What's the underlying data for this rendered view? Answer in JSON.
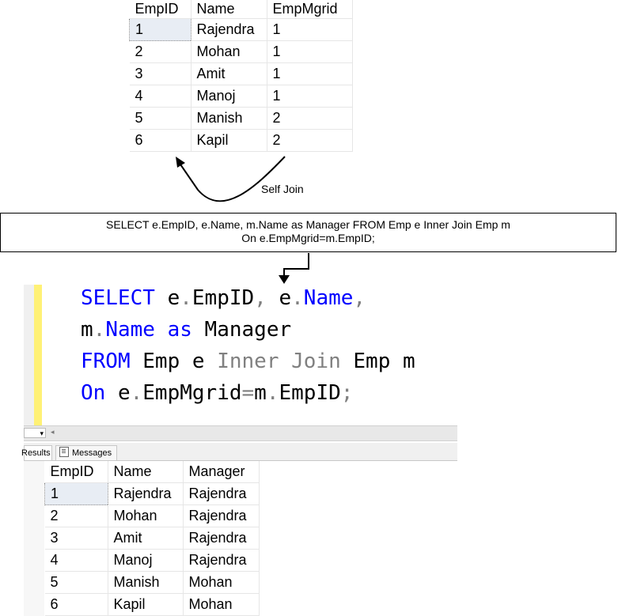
{
  "emp_table": {
    "columns": [
      "EmpID",
      "Name",
      "EmpMgrid"
    ],
    "rows": [
      [
        "1",
        "Rajendra",
        "1"
      ],
      [
        "2",
        "Mohan",
        "1"
      ],
      [
        "3",
        "Amit",
        "1"
      ],
      [
        "4",
        "Manoj",
        "1"
      ],
      [
        "5",
        "Manish",
        "2"
      ],
      [
        "6",
        "Kapil",
        "2"
      ]
    ]
  },
  "annotation": {
    "self_join_label": "Self Join",
    "query_line1": "SELECT e.EmpID, e.Name, m.Name as Manager  FROM Emp e Inner Join Emp m",
    "query_line2": "On e.EmpMgrid=m.EmpID;"
  },
  "editor": {
    "lines": [
      [
        {
          "t": "SELECT",
          "c": "kw"
        },
        {
          "t": " e",
          "c": "id"
        },
        {
          "t": ".",
          "c": "gr"
        },
        {
          "t": "EmpID",
          "c": "id"
        },
        {
          "t": ",",
          "c": "gr"
        },
        {
          "t": " e",
          "c": "id"
        },
        {
          "t": ".",
          "c": "gr"
        },
        {
          "t": "Name",
          "c": "kw"
        },
        {
          "t": ",",
          "c": "gr"
        }
      ],
      [
        {
          "t": "m",
          "c": "id"
        },
        {
          "t": ".",
          "c": "gr"
        },
        {
          "t": "Name",
          "c": "kw"
        },
        {
          "t": " ",
          "c": "id"
        },
        {
          "t": "as",
          "c": "kw"
        },
        {
          "t": " Manager",
          "c": "id"
        }
      ],
      [
        {
          "t": "FROM",
          "c": "kw"
        },
        {
          "t": " Emp e ",
          "c": "id"
        },
        {
          "t": "Inner Join",
          "c": "gr"
        },
        {
          "t": " Emp m",
          "c": "id"
        }
      ],
      [
        {
          "t": "On",
          "c": "kw"
        },
        {
          "t": " e",
          "c": "id"
        },
        {
          "t": ".",
          "c": "gr"
        },
        {
          "t": "EmpMgrid",
          "c": "id"
        },
        {
          "t": "=",
          "c": "gr"
        },
        {
          "t": "m",
          "c": "id"
        },
        {
          "t": ".",
          "c": "gr"
        },
        {
          "t": "EmpID",
          "c": "id"
        },
        {
          "t": ";",
          "c": "gr"
        }
      ]
    ]
  },
  "tabs": {
    "results_label": "Results",
    "messages_label": "Messages",
    "icon": "messages-icon"
  },
  "results_table": {
    "columns": [
      "EmpID",
      "Name",
      "Manager"
    ],
    "rows": [
      [
        "1",
        "Rajendra",
        "Rajendra"
      ],
      [
        "2",
        "Mohan",
        "Rajendra"
      ],
      [
        "3",
        "Amit",
        "Rajendra"
      ],
      [
        "4",
        "Manoj",
        "Rajendra"
      ],
      [
        "5",
        "Manish",
        "Mohan"
      ],
      [
        "6",
        "Kapil",
        "Mohan"
      ]
    ]
  },
  "colors": {
    "keyword": "#0000ff",
    "operator": "#808080",
    "changebar": "#fff176",
    "selected_cell": "#e8edf4"
  }
}
